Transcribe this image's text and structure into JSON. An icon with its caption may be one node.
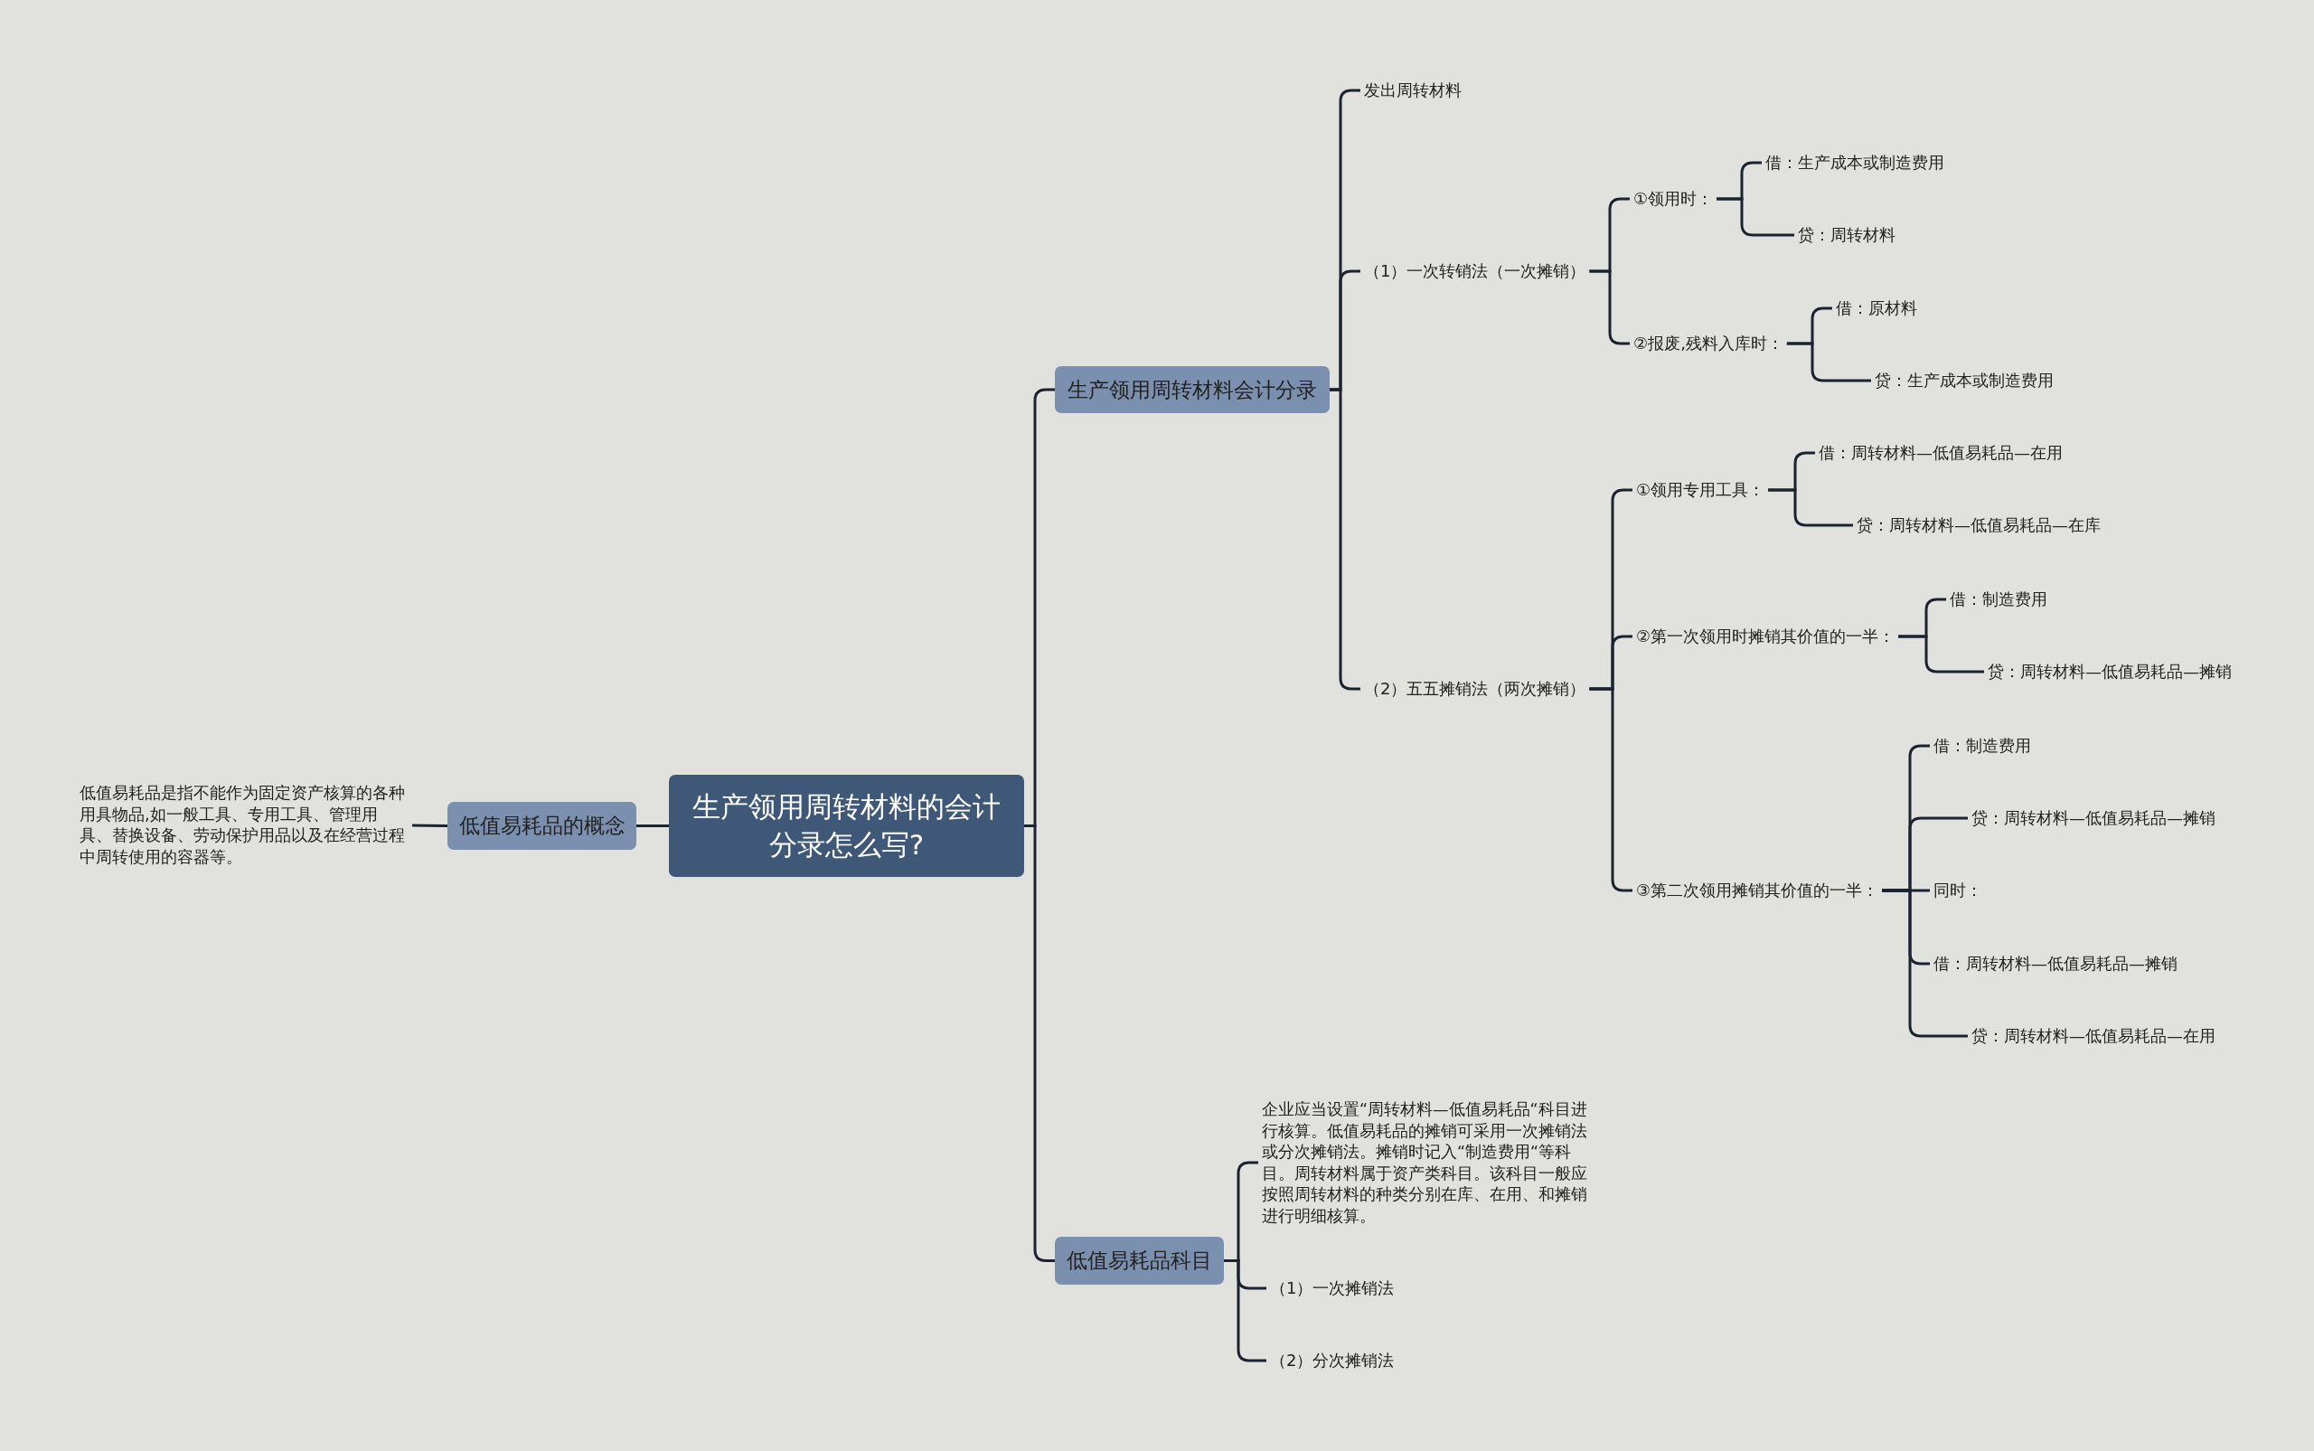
{
  "diagram": {
    "nodes": [
      {
        "text": [
          "生产领用周转材料的会计分录怎么写?"
        ]
      },
      {
        "text": [
          "低值易耗品的概念"
        ]
      },
      {
        "text": [
          "低值易耗品是指不能作为固定资产核算的各种用具物品,如一般工具、专用工具、管理用具、替换设备、劳动保护用品以及在经营过程中周转使用的容器等。"
        ]
      },
      {
        "text": [
          "生产领用周转材料会计分录"
        ]
      },
      {
        "text": [
          "发出周转材料"
        ]
      },
      {
        "text": [
          "（1）一次转销法（一次摊销）"
        ]
      },
      {
        "text": [
          "①领用时："
        ]
      },
      {
        "text": [
          "借：生产成本或制造费用"
        ]
      },
      {
        "text": [
          "贷：周转材料"
        ]
      },
      {
        "text": [
          "②报废,残料入库时："
        ]
      },
      {
        "text": [
          "借：原材料"
        ]
      },
      {
        "text": [
          "贷：生产成本或制造费用"
        ]
      },
      {
        "text": [
          "（2）五五摊销法（两次摊销）"
        ]
      },
      {
        "text": [
          "①领用专用工具："
        ]
      },
      {
        "text": [
          "借：周转材料—低值易耗品—在用"
        ]
      },
      {
        "text": [
          "贷：周转材料—低值易耗品—在库"
        ]
      },
      {
        "text": [
          "②第一次领用时摊销其价值的一半："
        ]
      },
      {
        "text": [
          "借：制造费用"
        ]
      },
      {
        "text": [
          "贷：周转材料—低值易耗品—摊销"
        ]
      },
      {
        "text": [
          "③第二次领用摊销其价值的一半："
        ]
      },
      {
        "text": [
          "借：制造费用"
        ]
      },
      {
        "text": [
          "贷：周转材料—低值易耗品—摊销"
        ]
      },
      {
        "text": [
          "同时："
        ]
      },
      {
        "text": [
          "借：周转材料—低值易耗品—摊销"
        ]
      },
      {
        "text": [
          "贷：周转材料—低值易耗品—在用"
        ]
      },
      {
        "text": [
          "低值易耗品科目"
        ]
      },
      {
        "text": [
          "企业应当设置“周转材料—低值易耗品“科目进行核算。低值易耗品的摊销可采用一次摊销法或分次摊销法。摊销时记入“制造费用“等科目。周转材料属于资产类科目。该科目一般应按照周转材料的种类分别在库、在用、和摊销进行明细核算。"
        ]
      },
      {
        "text": [
          "（1）一次摊销法"
        ]
      },
      {
        "text": [
          "（2）分次摊销法"
        ]
      }
    ],
    "edges": [
      {
        "from": 0,
        "to": 1,
        "arrow": "none"
      },
      {
        "from": 0,
        "to": 3,
        "arrow": "none"
      },
      {
        "from": 0,
        "to": 25,
        "arrow": "none"
      },
      {
        "from": 1,
        "to": 2,
        "arrow": "none"
      },
      {
        "from": 3,
        "to": 4,
        "arrow": "none"
      },
      {
        "from": 3,
        "to": 5,
        "arrow": "none"
      },
      {
        "from": 3,
        "to": 12,
        "arrow": "none"
      },
      {
        "from": 5,
        "to": 6,
        "arrow": "none"
      },
      {
        "from": 5,
        "to": 9,
        "arrow": "none"
      },
      {
        "from": 6,
        "to": 7,
        "arrow": "none"
      },
      {
        "from": 6,
        "to": 8,
        "arrow": "none"
      },
      {
        "from": 9,
        "to": 10,
        "arrow": "none"
      },
      {
        "from": 9,
        "to": 11,
        "arrow": "none"
      },
      {
        "from": 12,
        "to": 13,
        "arrow": "none"
      },
      {
        "from": 12,
        "to": 16,
        "arrow": "none"
      },
      {
        "from": 12,
        "to": 19,
        "arrow": "none"
      },
      {
        "from": 13,
        "to": 14,
        "arrow": "none"
      },
      {
        "from": 13,
        "to": 15,
        "arrow": "none"
      },
      {
        "from": 16,
        "to": 17,
        "arrow": "none"
      },
      {
        "from": 16,
        "to": 18,
        "arrow": "none"
      },
      {
        "from": 19,
        "to": 20,
        "arrow": "none"
      },
      {
        "from": 19,
        "to": 21,
        "arrow": "none"
      },
      {
        "from": 19,
        "to": 22,
        "arrow": "none"
      },
      {
        "from": 19,
        "to": 23,
        "arrow": "none"
      },
      {
        "from": 19,
        "to": 24,
        "arrow": "none"
      },
      {
        "from": 25,
        "to": 26,
        "arrow": "none"
      },
      {
        "from": 25,
        "to": 27,
        "arrow": "none"
      },
      {
        "from": 25,
        "to": 28,
        "arrow": "none"
      }
    ]
  }
}
